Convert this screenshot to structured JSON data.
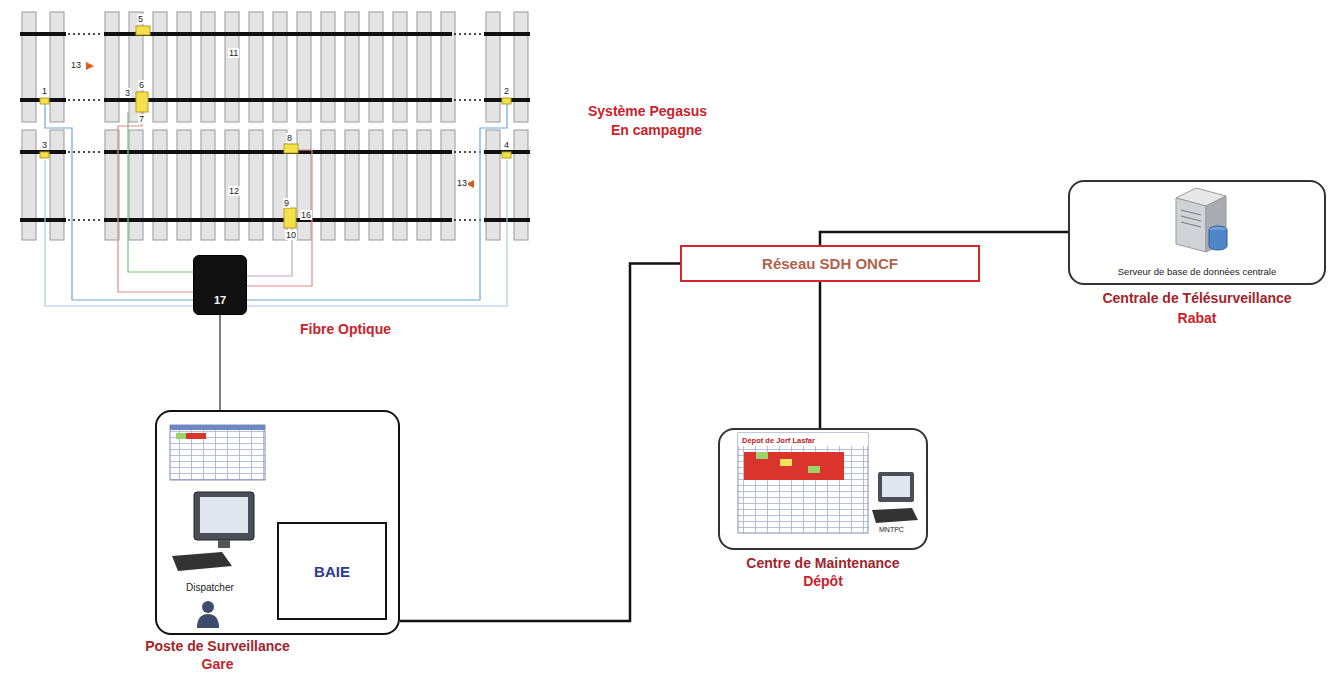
{
  "diagram": {
    "nodes": [
      {
        "text": [
          "17"
        ]
      },
      {
        "text": [
          "Poste de Surveillance",
          "Gare"
        ]
      },
      {
        "text": [
          "BAIE"
        ],
        "in": 1
      },
      {
        "text": [
          "Réseau SDH ONCF"
        ]
      },
      {
        "text": [
          "Centre de Maintenance",
          "Dépôt"
        ]
      },
      {
        "text": [
          "Serveur de base de données centrale",
          "Centrale de Télésurveillance",
          "Rabat"
        ]
      }
    ],
    "edges": [
      {
        "from": 0,
        "to": 1,
        "arrow": "none",
        "label": "Fibre Optique"
      },
      {
        "from": 1,
        "to": 3,
        "arrow": "none"
      },
      {
        "from": 3,
        "to": 4,
        "arrow": "none"
      },
      {
        "from": 3,
        "to": 5,
        "arrow": "none"
      }
    ],
    "labels": [
      "Système Pegasus",
      "En campagne",
      "1",
      "2",
      "3",
      "4",
      "5",
      "3",
      "6",
      "7",
      "8",
      "9",
      "10",
      "11",
      "12",
      "13",
      "13",
      "16",
      "Dispatcher",
      "Dépot de Jorf Lasfar",
      "MNTPC"
    ]
  }
}
